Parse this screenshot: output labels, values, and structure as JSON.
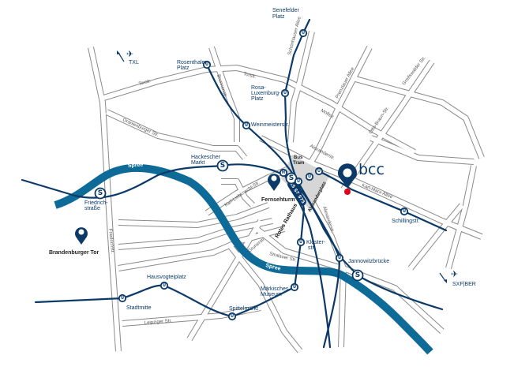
{
  "venue": {
    "name": "bcc",
    "marker_color": "#e3001b",
    "pin_color": "#0b3a68"
  },
  "colors": {
    "river": "#0e6b98",
    "transit": "#0b3a68",
    "roads": "#8a8a8a",
    "alexanderplatz_area": "#d6d6d6"
  },
  "airports": [
    {
      "code": "TXL",
      "icon": "airplane-icon",
      "arrow": "arrow-up-left-icon"
    },
    {
      "code": "SXF|BER",
      "icon": "airplane-icon",
      "arrow": "arrow-down-right-icon"
    }
  ],
  "landmarks": [
    {
      "name": "Fernsehturm",
      "icon": "map-pin-icon"
    },
    {
      "name": "Brandenburger Tor",
      "icon": "map-pin-icon"
    },
    {
      "name": "Rotes Rathaus"
    }
  ],
  "alexanderplatz": {
    "bus_tram": "Bus\nTram",
    "bus": "Bus",
    "tram": "Tram",
    "s_lines": "S5 S7 S75",
    "name": "Alexanderplatz",
    "tram_symbol": "H"
  },
  "stations": {
    "senefelder": "Senefelder\nPlatz",
    "senefelder_1": "Senefelder",
    "senefelder_2": "Platz",
    "rosenthaler_1": "Rosenthaler",
    "rosenthaler_2": "Platz",
    "rosa_1": "Rosa-",
    "rosa_2": "Luxemburg-",
    "rosa_3": "Platz",
    "weinmeister": "Weinmeisterstr.",
    "hackescher_1": "Hackescher",
    "hackescher_2": "Markt",
    "friedrich_1": "Friedrich-",
    "friedrich_2": "straße",
    "schilling": "Schillingstr.",
    "kloster_1": "Kloster-",
    "kloster_2": "str.",
    "jannowitz": "Jannowitzbrücke",
    "maerkisches_1": "Märkisches",
    "maerkisches_2": "Museum",
    "spittel": "Spittelmarkt",
    "hausvogtei": "Hausvogteiplatz",
    "stadtmitte": "Stadtmitte",
    "u_symbol": "U",
    "s_symbol": "S"
  },
  "streets": {
    "torstr": "Torstr.",
    "oranienburger": "Oranienburger Str.",
    "schoenhauser": "Schönhauser Allee",
    "brunnen": "Brunnenstr.",
    "moll": "Mollstr.",
    "prenzlauer": "Prenzlauer Allee",
    "greifswalder": "Greifswalder Str.",
    "otto_braun": "Otto-Braun-Str.",
    "alexanderstr": "Alexanderstr.",
    "karl_marx": "Karl-Marx-Allee",
    "karl_liebknecht": "Karl-Liebknecht-Str.",
    "friedrichstr": "Friedrichstr.",
    "leipziger": "Leipziger Str.",
    "gruner": "Grunerstr.",
    "stralauer": "Stralauer Str."
  },
  "river": {
    "name": "Spree"
  }
}
